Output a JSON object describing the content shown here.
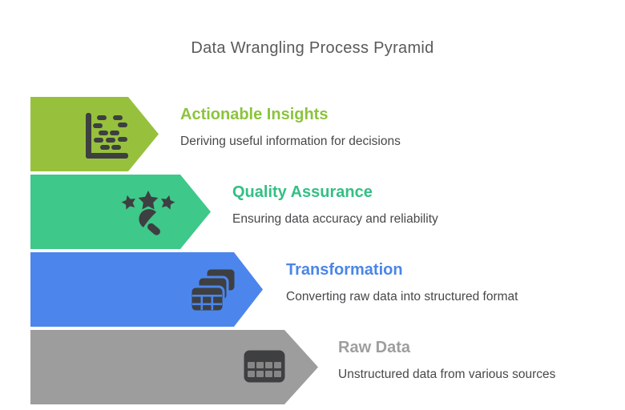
{
  "title": "Data Wrangling Process Pyramid",
  "title_color": "#595a5c",
  "description_color": "#47484a",
  "icon_color": "#3d3f41",
  "levels": [
    {
      "heading": "Actionable Insights",
      "description": "Deriving useful information for decisions",
      "color": "#97c13d",
      "heading_color": "#8bc43c",
      "icon": "scatter-chart-icon"
    },
    {
      "heading": "Quality Assurance",
      "description": "Ensuring data accuracy and reliability",
      "color": "#3ec88a",
      "heading_color": "#33bf84",
      "icon": "rating-stars-icon"
    },
    {
      "heading": "Transformation",
      "description": "Converting raw data into structured format",
      "color": "#4c86ec",
      "heading_color": "#4a86e8",
      "icon": "stacked-tables-icon"
    },
    {
      "heading": "Raw Data",
      "description": "Unstructured data from various sources",
      "color": "#9d9d9d",
      "heading_color": "#9e9e9e",
      "icon": "table-grid-icon"
    }
  ]
}
